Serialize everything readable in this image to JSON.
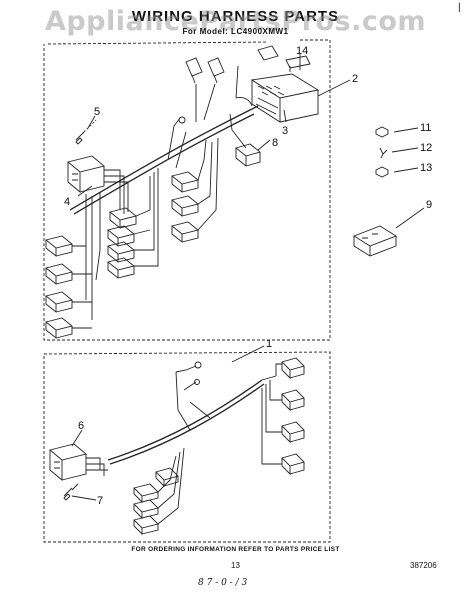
{
  "header": {
    "watermark": "AppliancePartsPros.com",
    "title": "WIRING HARNESS PARTS",
    "model_line": "For Model: LC4900XMW1",
    "corner_mark": "|"
  },
  "callouts": [
    "1",
    "2",
    "3",
    "4",
    "5",
    "6",
    "7",
    "8",
    "9",
    "11",
    "12",
    "13",
    "14"
  ],
  "footer": {
    "ordering_note": "FOR ORDERING INFORMATION REFER TO PARTS PRICE LIST",
    "page_number": "13",
    "drawing_number": "387206",
    "handwritten": "8 7 - 0 - / 3"
  }
}
